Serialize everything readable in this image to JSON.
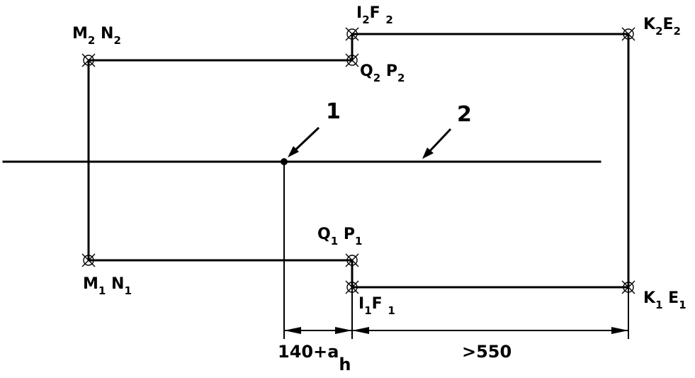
{
  "labels": {
    "m2n2": {
      "a": "M",
      "a_sub": "2",
      "b": "N",
      "b_sub": "2"
    },
    "i2f2": {
      "a": "I",
      "a_sub": "2",
      "b": "F",
      "b_sub": "2"
    },
    "k2e2": {
      "a": "K",
      "a_sub": "2",
      "b": "E",
      "b_sub": "2"
    },
    "q2p2": {
      "a": "Q",
      "a_sub": "2",
      "b": "P",
      "b_sub": "2"
    },
    "q1p1": {
      "a": "Q",
      "a_sub": "1",
      "b": "P",
      "b_sub": "1"
    },
    "m1n1": {
      "a": "M",
      "a_sub": "1",
      "b": "N",
      "b_sub": "1"
    },
    "i1f1": {
      "a": "I",
      "a_sub": "1",
      "b": "F",
      "b_sub": "1"
    },
    "k1e1": {
      "a": "K",
      "a_sub": "1",
      "b": "E",
      "b_sub": "1"
    }
  },
  "callouts": {
    "one": "1",
    "two": "2"
  },
  "dimensions": {
    "left_main": "140+a",
    "left_sub": "h",
    "right": ">550"
  }
}
